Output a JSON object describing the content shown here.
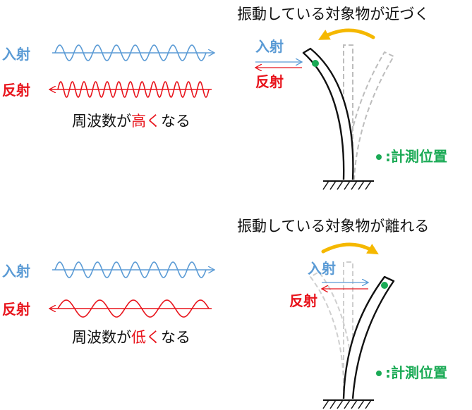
{
  "panel_approach": {
    "title": "振動している対象物が近づく",
    "incident_label": "入射",
    "reflected_label": "反射",
    "beam_incident_label": "入射",
    "beam_reflected_label": "反射",
    "result_prefix": "周波数が",
    "result_emph": "高く",
    "result_suffix": "なる",
    "legend_text": ":計測位置"
  },
  "panel_recede": {
    "title": "振動している対象物が離れる",
    "incident_label": "入射",
    "reflected_label": "反射",
    "beam_incident_label": "入射",
    "beam_reflected_label": "反射",
    "result_prefix": "周波数が",
    "result_emph": "低く",
    "result_suffix": "なる",
    "legend_text": ":計測位置"
  },
  "colors": {
    "incident": "#5b9bd5",
    "reflected": "#e8141c",
    "measure_point": "#1aaa55",
    "motion_arrow": "#f5b800",
    "ghost": "#bdbdbd"
  }
}
